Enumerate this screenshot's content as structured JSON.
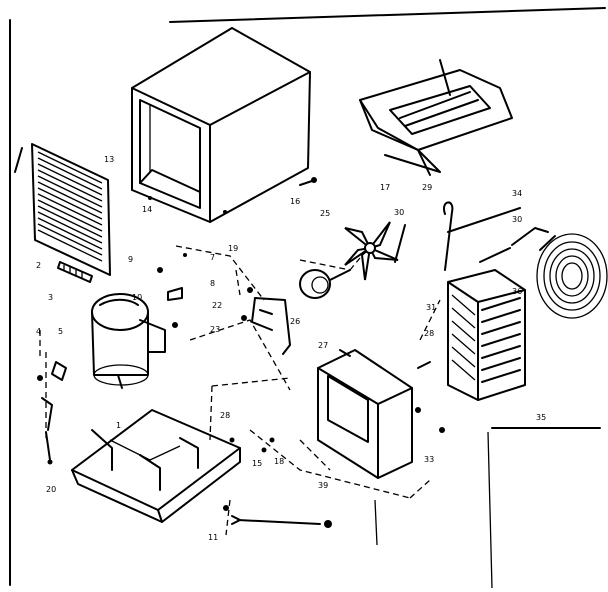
{
  "parts": [
    {
      "id": "grille",
      "num": "13"
    },
    {
      "id": "cabinet",
      "num": "14"
    },
    {
      "id": "cabinet-screw",
      "num": "16"
    },
    {
      "id": "base-rail",
      "num": "17"
    },
    {
      "id": "fan-blade",
      "num": "25"
    },
    {
      "id": "fan-clip",
      "num": "30"
    },
    {
      "id": "capillary-tube",
      "num": "29"
    },
    {
      "id": "drain-tube",
      "num": "34"
    },
    {
      "id": "coil-fitting",
      "num": "30"
    },
    {
      "id": "condenser-coil",
      "num": "36"
    },
    {
      "id": "evaporator-coil",
      "num": "35"
    },
    {
      "id": "shroud",
      "num": "31"
    },
    {
      "id": "shroud-screw",
      "num": "28"
    },
    {
      "id": "shroud-fastener",
      "num": "33"
    },
    {
      "id": "fan-motor",
      "num": "26"
    },
    {
      "id": "motor-bracket",
      "num": "27"
    },
    {
      "id": "motor-bolt",
      "num": "22"
    },
    {
      "id": "motor-nut",
      "num": "23"
    },
    {
      "id": "bracket-nut",
      "num": "19"
    },
    {
      "id": "bracket-screw",
      "num": "7"
    },
    {
      "id": "bracket-clip",
      "num": "8"
    },
    {
      "id": "washer",
      "num": "9"
    },
    {
      "id": "grommet",
      "num": "10"
    },
    {
      "id": "filter",
      "num": "2"
    },
    {
      "id": "compressor",
      "num": "3"
    },
    {
      "id": "terminal-cover",
      "num": "5"
    },
    {
      "id": "overload",
      "num": "4"
    },
    {
      "id": "cord-clip",
      "num": "1"
    },
    {
      "id": "base-pan",
      "num": "20"
    },
    {
      "id": "base-screw",
      "num": "15"
    },
    {
      "id": "base-nut",
      "num": "18"
    },
    {
      "id": "support-bolt",
      "num": "28"
    },
    {
      "id": "base-washer",
      "num": "11"
    },
    {
      "id": "power-cord",
      "num": "39"
    }
  ]
}
